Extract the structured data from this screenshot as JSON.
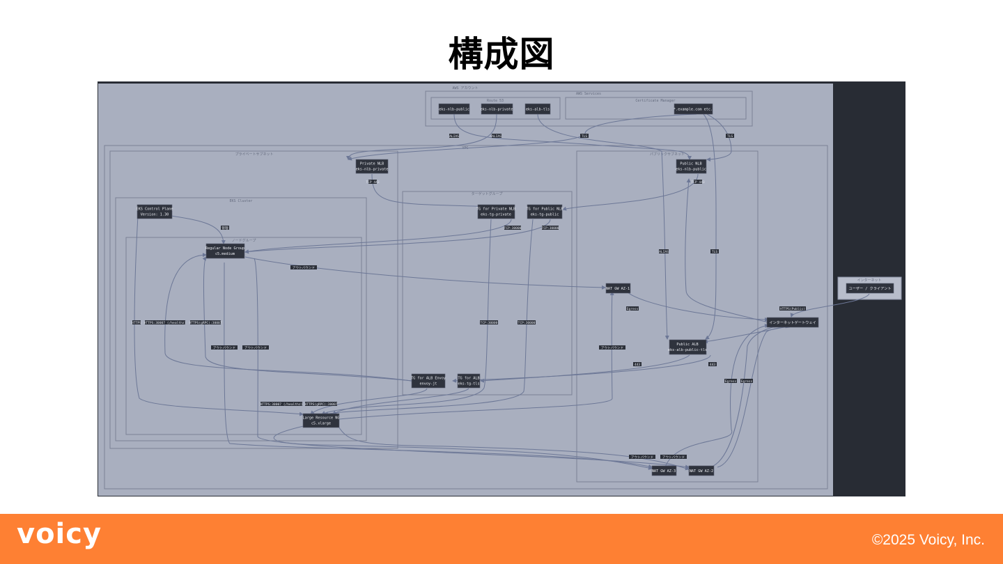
{
  "slide": {
    "title": "構成図"
  },
  "footer": {
    "logo": "voicy",
    "copyright": "©2025  Voicy, Inc."
  },
  "diagram": {
    "groups": {
      "aws_account": "AWS アカウント",
      "aws_services": "AWS Services",
      "route53": "Route 53",
      "cert_manager": "Certificate Manager",
      "vpc": "VPC",
      "private_subnet": "プライベートサブネット",
      "public_subnet": "パブリックサブネット",
      "eks_cluster": "EKS Cluster",
      "node_group": "ノードグループ",
      "target_group": "ターゲットグループ",
      "internet": "インターネット"
    },
    "nodes": {
      "r53_public": [
        "eks-nlb-public"
      ],
      "r53_private": [
        "eks-nlb-private"
      ],
      "r53_alb": [
        "eks-alb-tls"
      ],
      "cert": [
        "*.example.com etc."
      ],
      "private_nlb": [
        "Private NLB",
        "eks-nlb-private"
      ],
      "public_nlb": [
        "Public NLB",
        "eks-nlb-public"
      ],
      "tg_private": [
        "TG for Private NLB",
        "eks-tg-private"
      ],
      "tg_public": [
        "TG for Public NLB",
        "eks-tg-public"
      ],
      "control_plane": [
        "EKS Control Plane",
        "Version: 1.30"
      ],
      "regular_ng": [
        "Regular Node Group",
        "c5.medium"
      ],
      "large_ng": [
        "Large Resource NG",
        "c5.xlarge"
      ],
      "tg_envoy": [
        "TG for ALB Envoy",
        "envoy-jt"
      ],
      "tg_alb": [
        "TG for ALB",
        "eks-tg-tls"
      ],
      "public_alb": [
        "Public ALB",
        "eks-alb-public-tls"
      ],
      "nat1": [
        "NAT GW AZ-1"
      ],
      "nat3": [
        "NAT GW AZ-3"
      ],
      "nat2": [
        "NAT GW AZ-2"
      ],
      "igw": [
        "インターネットゲートウェイ"
      ],
      "user": [
        "ユーザー / クライアント"
      ]
    },
    "edge_labels": {
      "alias1": "ALIAS",
      "alias2": "ALIAS",
      "alias3": "ALIAS",
      "tls1": "TLS",
      "tls2": "TLS",
      "tls3": "TLS",
      "tcp443_a": "TCP 443",
      "tcp443_b": "TCP 443",
      "tcp30000_a": "TCP:30000",
      "tcp30000_b": "TCP:30000",
      "tcp30000_c": "TCP:30000",
      "tcp30000_d": "TCP:30000",
      "manage": "管理",
      "outbound_a": "アウトバウンド",
      "outbound_b": "アウトバウンド",
      "outbound_c": "アウトバウンド",
      "outbound_d": "アウトバウンド",
      "outbound_e": "アウトバウンド",
      "outbound_f": "アウトバウンド",
      "https": "HTTPS",
      "healthz": "HTTPS:30007 (/healthz)",
      "grpc": "HTTPS(gRPC):30007",
      "healthz2": "HTTPS:30007 (/healthz)",
      "grpc2": "HTTPS(gRPC):30007",
      "egress1": "Egress",
      "egress2": "Egress",
      "egress3": "Egress",
      "https_public": "HTTPS(Public)",
      "l443_a": "443",
      "l443_b": "443"
    }
  }
}
